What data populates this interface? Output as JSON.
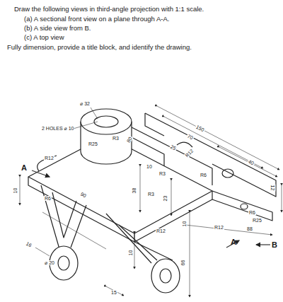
{
  "diagram": {
    "labels": [
      "Draw the following views in third-angle projection with 1:1 scale.",
      "(a) A sectional front view on a plane through A-A.",
      "(b) A side view from B.",
      "(c) A top view",
      "Fully dimension, provide a title block, and identify the drawing.",
      "⌀ 32",
      "2 HOLES ⌀ 10",
      "R3",
      "80",
      "150",
      "70",
      "R25",
      "25",
      "R12",
      "40",
      "A",
      "R12",
      "10",
      "R3",
      "R6",
      "12",
      "10",
      "R6",
      "90",
      "38",
      "R3",
      "23",
      "R6",
      "R25",
      "R12",
      "88",
      "R12",
      "10",
      "A",
      "B",
      "16",
      "⌀ 20",
      "10",
      "66",
      "15"
    ]
  }
}
